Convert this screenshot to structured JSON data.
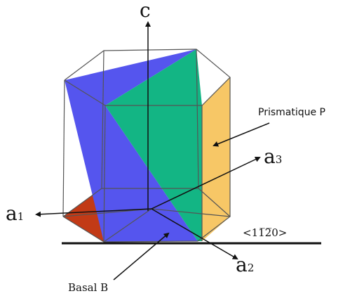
{
  "labels": {
    "c": "c",
    "a1": "a",
    "a1_sub": "1",
    "a2": "a",
    "a2_sub": "2",
    "a3": "a",
    "a3_sub": "3",
    "direction": "<11̅2̅0>",
    "prismatic": "Prismatique P",
    "basal": "Basal B"
  },
  "colors": {
    "blue_plane": "#5555ee",
    "green_plane": "#13b584",
    "yellow_plane": "#f7c766",
    "red_plane": "#c23a16",
    "edges": "#555555",
    "arrows": "#111111"
  }
}
